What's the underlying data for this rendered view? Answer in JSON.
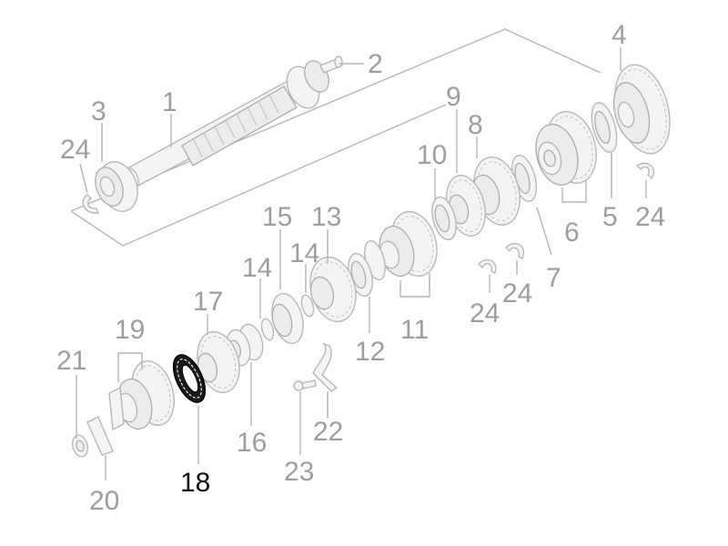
{
  "diagram": {
    "labels": [
      "1",
      "2",
      "3",
      "4",
      "5",
      "6",
      "7",
      "8",
      "9",
      "10",
      "11",
      "12",
      "13",
      "14",
      "15",
      "16",
      "17",
      "18",
      "19",
      "20",
      "21",
      "22",
      "23",
      "24"
    ],
    "highlighted_label": "18",
    "colors": {
      "drawing": "#b8b8b8",
      "label": "#9e9e9e",
      "highlight": "#111111"
    }
  }
}
